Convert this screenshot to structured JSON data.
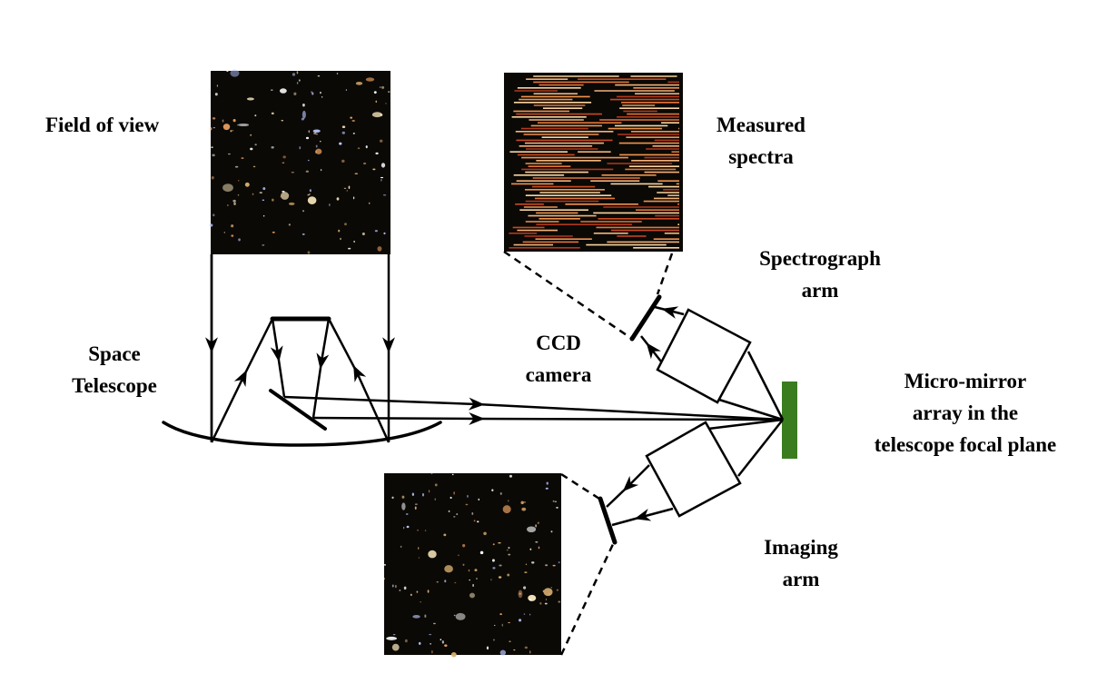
{
  "labels": {
    "field_of_view": "Field of view",
    "measured_spectra": [
      "Measured",
      "spectra"
    ],
    "spectrograph_arm": [
      "Spectrograph",
      "arm"
    ],
    "space_telescope": [
      "Space",
      "Telescope"
    ],
    "ccd_camera": [
      "CCD",
      "camera"
    ],
    "micro_mirror": [
      "Micro-mirror",
      "array in the",
      "telescope focal plane"
    ],
    "imaging_arm": [
      "Imaging",
      "arm"
    ]
  },
  "colors": {
    "micro_mirror": "#3a7d1e",
    "sky": "#0b0906",
    "spectra_palette": [
      "#f2b27a",
      "#e2763a",
      "#c84a24",
      "#f6d3a0",
      "#b0391c",
      "#ee9350"
    ]
  }
}
